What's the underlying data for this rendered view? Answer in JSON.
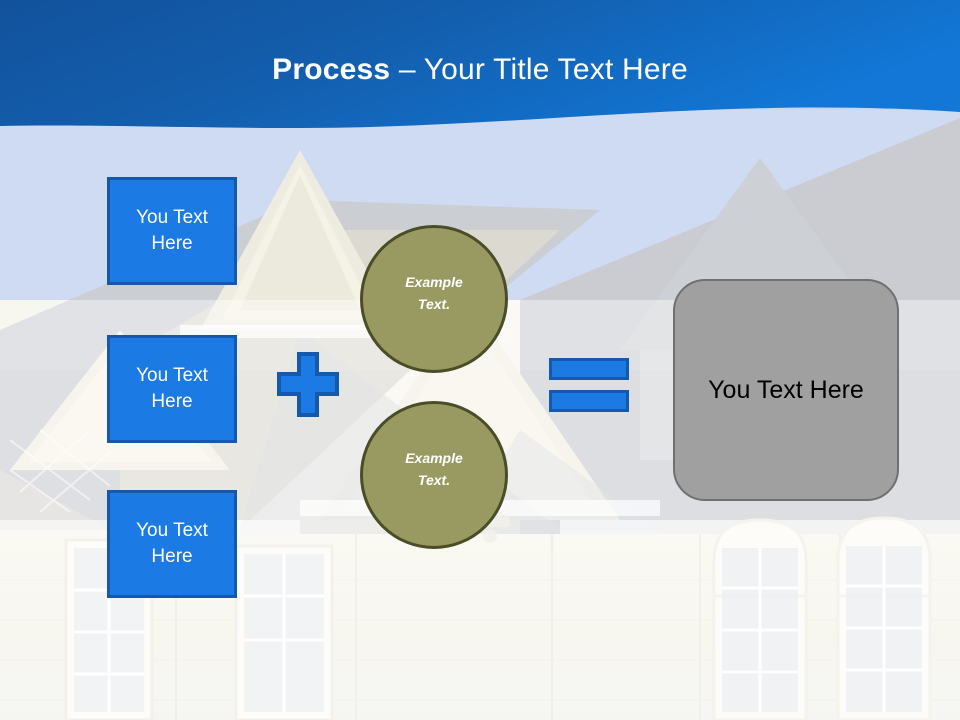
{
  "slide": {
    "header": {
      "title_strong": "Process",
      "title_rest": " – Your Title Text Here",
      "gradient_left": "#14549e",
      "gradient_right": "#1277d6"
    },
    "background": {
      "sky_color": "#c9d7f2",
      "roof_color": "#c2c5ca",
      "wall_color": "#f3f2e8",
      "description": "faded photo of a house with gables and arched windows"
    },
    "inputs": [
      {
        "label": "You Text Here"
      },
      {
        "label": "You Text Here"
      },
      {
        "label": "You Text Here"
      }
    ],
    "operators": {
      "plus": "plus-sign",
      "equals": "equals-sign",
      "accent_fill": "#1b7ae4",
      "accent_border": "#1459ab"
    },
    "circles": [
      {
        "line1": "Example",
        "line2": "Text.",
        "fill": "#999a61",
        "border": "#4b4c28"
      },
      {
        "line1": "Example",
        "line2": "Text.",
        "fill": "#999a61",
        "border": "#4b4c28"
      }
    ],
    "result": {
      "label": "You Text Here",
      "fill": "#a0a0a0",
      "border": "#707070"
    }
  }
}
